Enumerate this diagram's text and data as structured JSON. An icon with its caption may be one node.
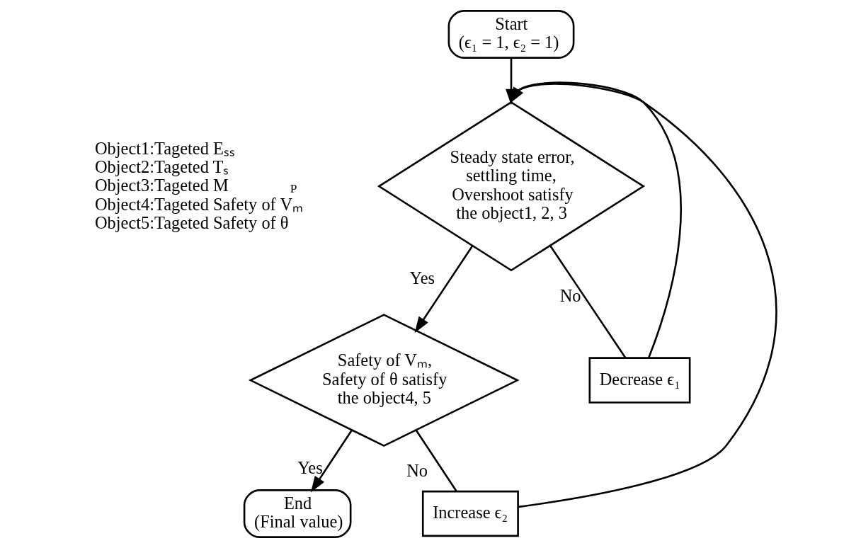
{
  "diagram": {
    "nodes": [
      {
        "text": [
          "Start",
          "(ϵ₁ = 1, ϵ₂ = 1)"
        ]
      },
      {
        "text": [
          "Steady state error, settling time, Overshoot satisfy the object1, 2, 3"
        ]
      },
      {
        "text": [
          "Safety of Vₘ, Safety of θ satisfy the object4, 5"
        ]
      },
      {
        "text": [
          "End",
          "(Final value)"
        ]
      },
      {
        "text": [
          "Decrease ϵ₁"
        ]
      },
      {
        "text": [
          "Increase ϵ₂"
        ]
      }
    ],
    "edges": [
      {
        "from": 0,
        "to": 1,
        "arrow": "to"
      },
      {
        "from": 1,
        "to": 2,
        "arrow": "to",
        "label": "Yes"
      },
      {
        "from": 1,
        "to": 4,
        "arrow": "none",
        "label": "No"
      },
      {
        "from": 4,
        "to": 1,
        "arrow": "to"
      },
      {
        "from": 2,
        "to": 3,
        "arrow": "to",
        "label": "Yes"
      },
      {
        "from": 2,
        "to": 5,
        "arrow": "none",
        "label": "No"
      },
      {
        "from": 5,
        "to": 1,
        "arrow": "to"
      }
    ],
    "labels": [
      "Object1:Tageted Eₛₛ",
      "Object2:Tageted Tₛ",
      "Object3:Tageted M$_{P}$",
      "Object4:Tageted Safety of Vₘ",
      "Object5:Tageted Safety of θ"
    ]
  }
}
